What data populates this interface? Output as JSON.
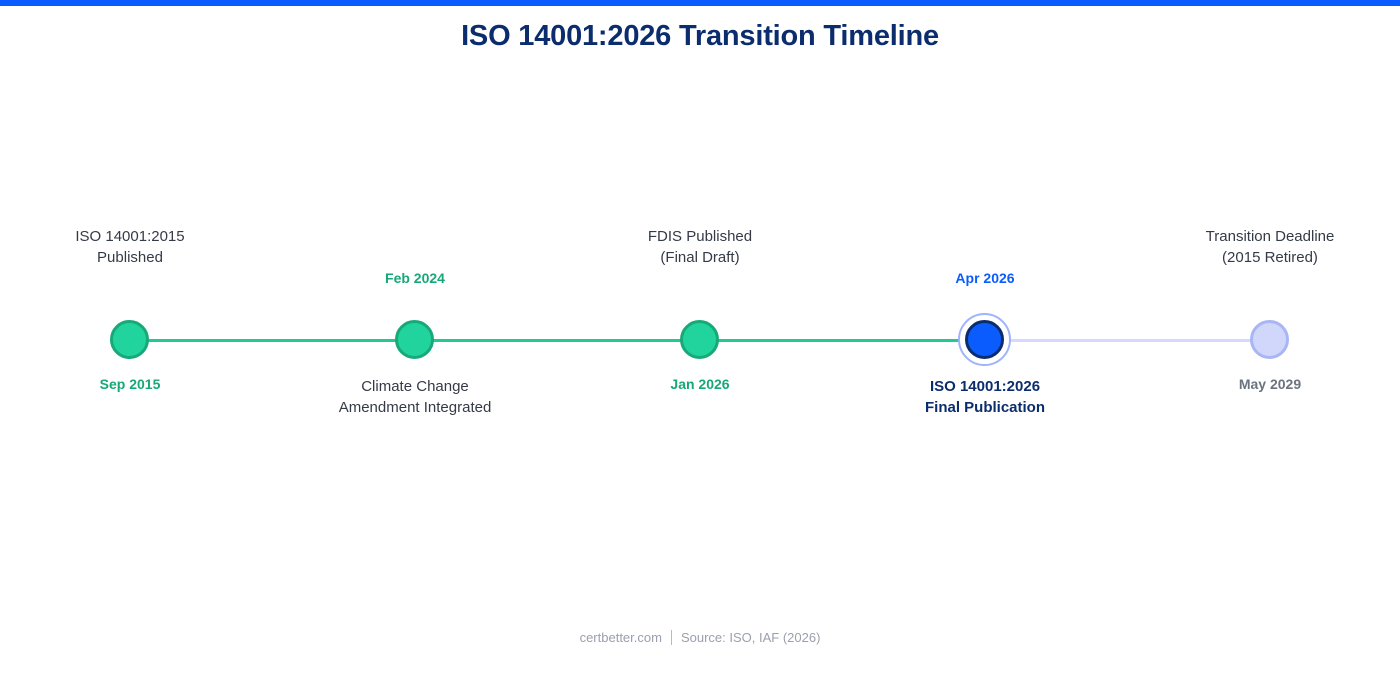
{
  "title": "ISO 14001:2026 Transition Timeline",
  "colors": {
    "accent_bar": "#0a5cff",
    "completed": "#21d39d",
    "current": "#0a5cff",
    "upcoming": "#d1d6fb",
    "title": "#0b2d6e"
  },
  "milestones": [
    {
      "date": "Sep 2015",
      "label_line1": "ISO 14001:2015",
      "label_line2": "Published",
      "status": "completed"
    },
    {
      "date": "Feb 2024",
      "label_line1": "Climate Change",
      "label_line2": "Amendment Integrated",
      "status": "completed"
    },
    {
      "date": "Jan 2026",
      "label_line1": "FDIS Published",
      "label_line2": "(Final Draft)",
      "status": "completed"
    },
    {
      "date": "Apr 2026",
      "label_line1": "ISO 14001:2026",
      "label_line2": "Final Publication",
      "status": "current"
    },
    {
      "date": "May 2029",
      "label_line1": "Transition Deadline",
      "label_line2": "(2015 Retired)",
      "status": "upcoming"
    }
  ],
  "footer": {
    "site": "certbetter.com",
    "source": "Source: ISO, IAF (2026)"
  }
}
